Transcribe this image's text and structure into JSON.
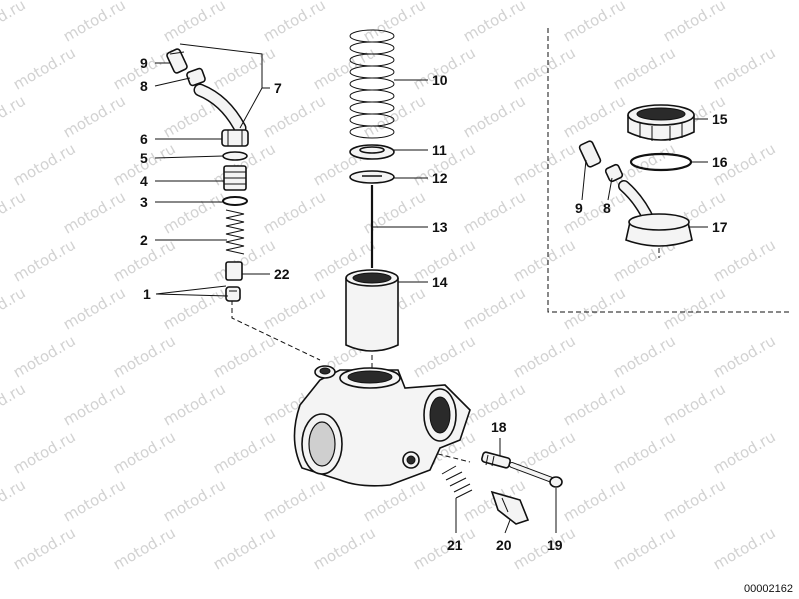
{
  "watermark": "motod.ru",
  "diagram_code": "00002162",
  "labels": {
    "l1": "1",
    "l2": "2",
    "l3": "3",
    "l4": "4",
    "l5": "5",
    "l6": "6",
    "l7": "7",
    "l8": "8",
    "l9": "9",
    "l10": "10",
    "l11": "11",
    "l12": "12",
    "l13": "13",
    "l14": "14",
    "l15": "15",
    "l16": "16",
    "l17": "17",
    "l18": "18",
    "l19": "19",
    "l20": "20",
    "l21": "21",
    "l22": "22",
    "l9b": "9",
    "l8b": "8"
  }
}
